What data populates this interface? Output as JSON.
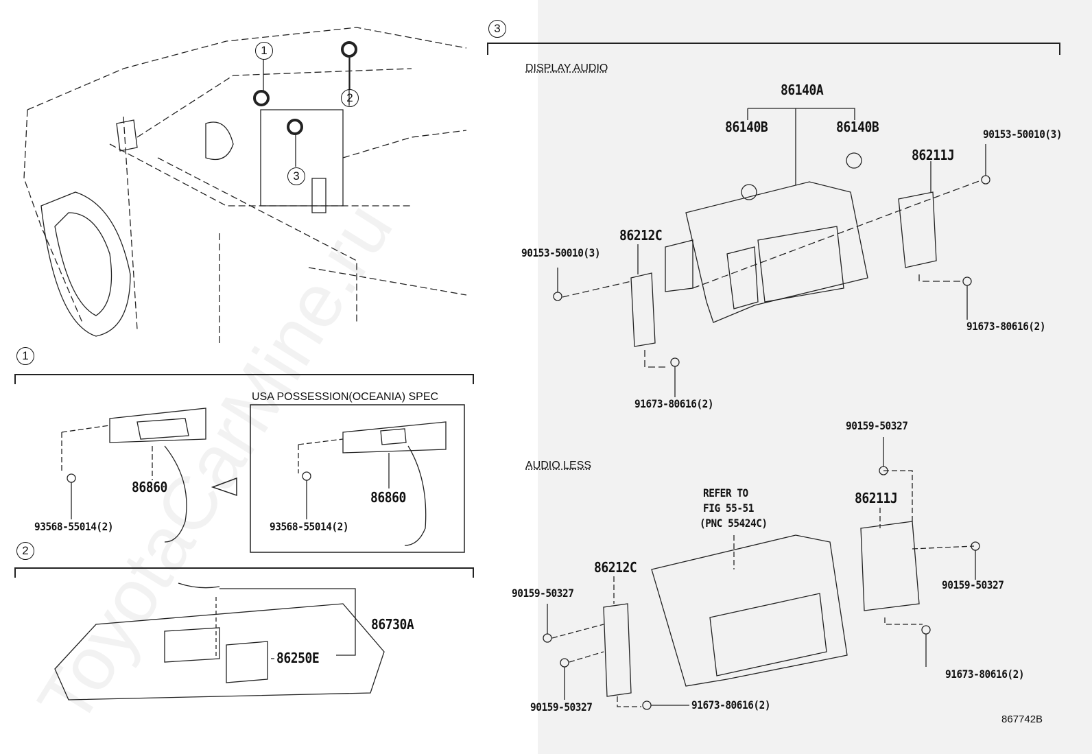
{
  "watermark": "ToyotaCarMine.ru",
  "callouts": [
    "1",
    "2",
    "3"
  ],
  "section1": {
    "spec_label": "USA POSSESSION(OCEANIA) SPEC",
    "parts": [
      "86860",
      "93568-55014(2)",
      "86860",
      "93568-55014(2)"
    ]
  },
  "section2": {
    "parts": [
      "86730A",
      "86250E"
    ]
  },
  "section3": {
    "display_audio": {
      "heading": "DISPLAY AUDIO",
      "parts": [
        "86140A",
        "86140B",
        "86140B",
        "90153-50010(3)",
        "86211J",
        "86212C",
        "90153-50010(3)",
        "91673-80616(2)",
        "91673-80616(2)"
      ]
    },
    "audio_less": {
      "heading": "AUDIO LESS",
      "refer": [
        "REFER TO",
        "FIG 55-51",
        "(PNC 55424C)"
      ],
      "parts": [
        "90159-50327",
        "86211J",
        "86212C",
        "90159-50327",
        "90159-50327",
        "91673-80616(2)",
        "90159-50327",
        "91673-80616(2)"
      ]
    }
  },
  "figure_id": "867742B"
}
